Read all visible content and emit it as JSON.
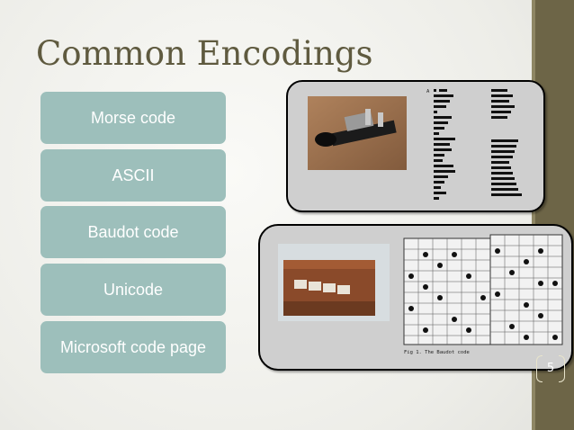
{
  "slide": {
    "title": "Common Encodings",
    "items": [
      {
        "label": "Morse code"
      },
      {
        "label": "ASCII"
      },
      {
        "label": "Baudot code"
      },
      {
        "label": "Unicode"
      },
      {
        "label": "Microsoft code page"
      }
    ],
    "page_number": "5",
    "baudot_caption": "Fig 1. The Baudot code"
  },
  "colors": {
    "title": "#5f5a3f",
    "box": "#9dbfbb",
    "band": "#6d6547"
  }
}
